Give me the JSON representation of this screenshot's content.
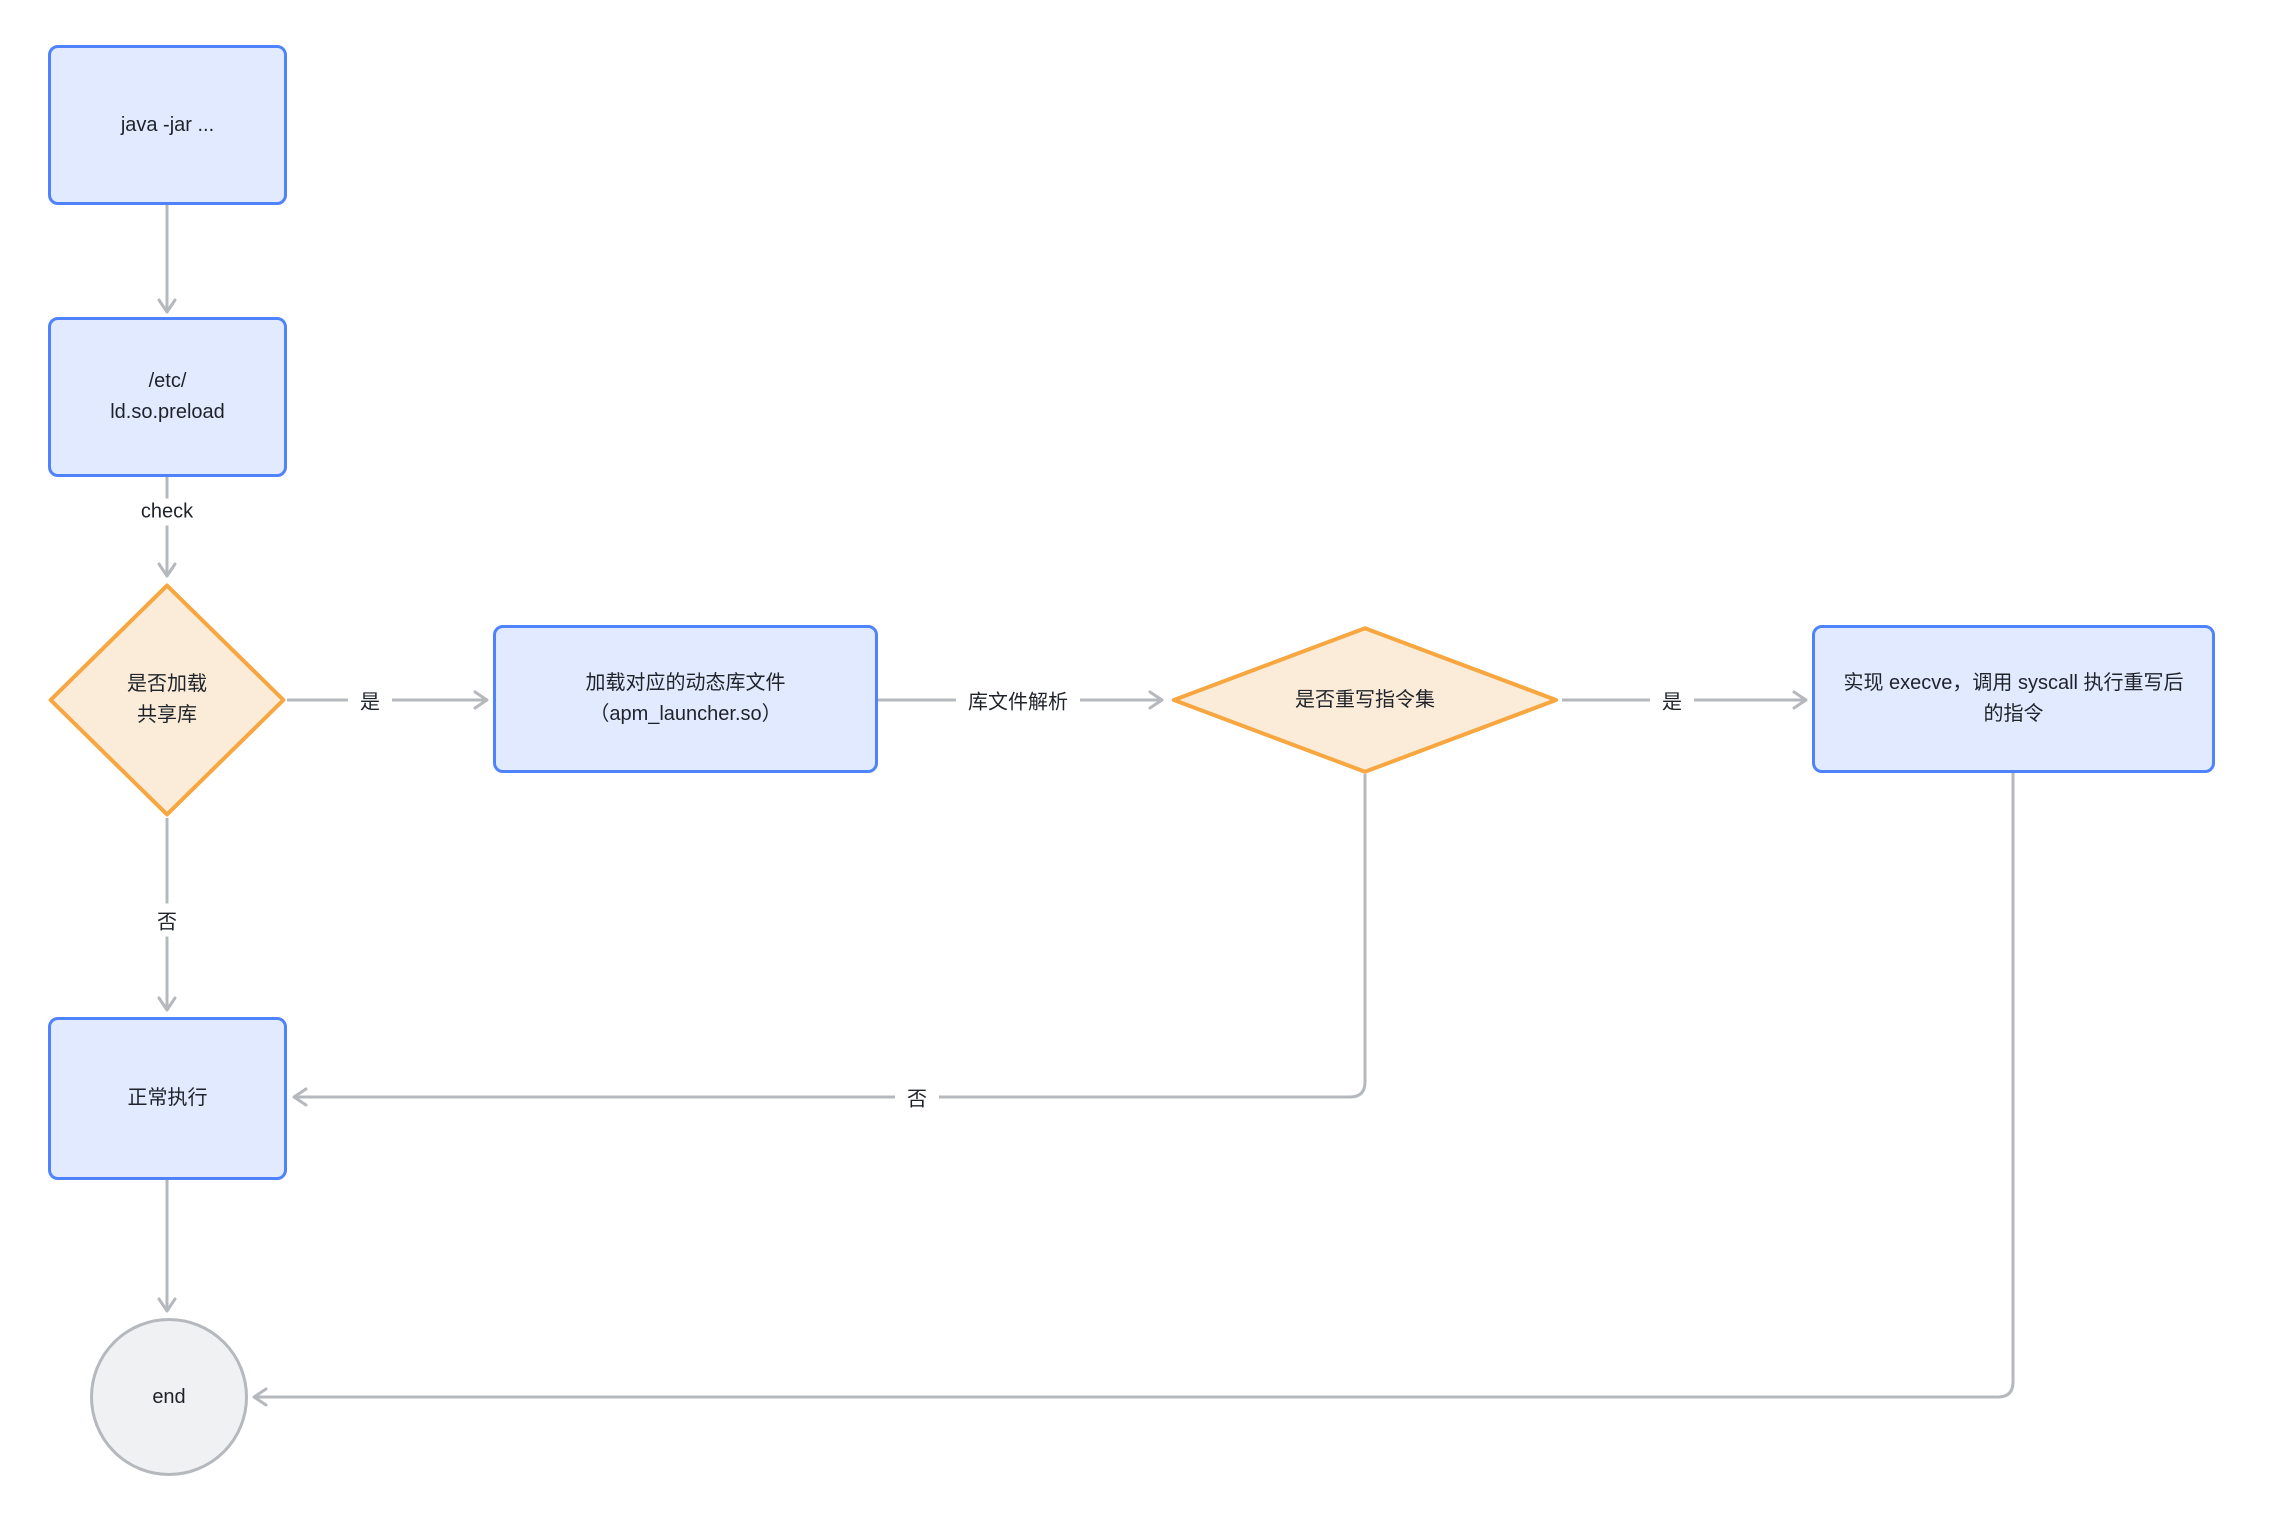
{
  "flowchart": {
    "nodes": {
      "start": {
        "label": "java -jar ..."
      },
      "preload": {
        "line1": "/etc/",
        "line2": "ld.so.preload"
      },
      "decision_load": {
        "line1": "是否加载",
        "line2": "共享库"
      },
      "load_lib": {
        "line1": "加载对应的动态库文件",
        "line2": "（apm_launcher.so）"
      },
      "decision_rewrite": {
        "label": "是否重写指令集"
      },
      "execve": {
        "label": "实现 execve，调用 syscall 执行重写后的指令"
      },
      "normal": {
        "label": "正常执行"
      },
      "end": {
        "label": "end"
      }
    },
    "edge_labels": {
      "check": "check",
      "yes_load": "是",
      "lib_parse": "库文件解析",
      "yes_rewrite": "是",
      "no_load": "否",
      "no_rewrite": "否"
    },
    "colors": {
      "box_border": "#4e83fd",
      "box_fill": "#e1eaff",
      "diamond_border": "#f7a640",
      "diamond_fill": "#fbecd9",
      "connector": "#b5b8bd",
      "end_fill": "#f0f1f3",
      "end_border": "#b5b8bd",
      "text": "#1f2329"
    }
  }
}
